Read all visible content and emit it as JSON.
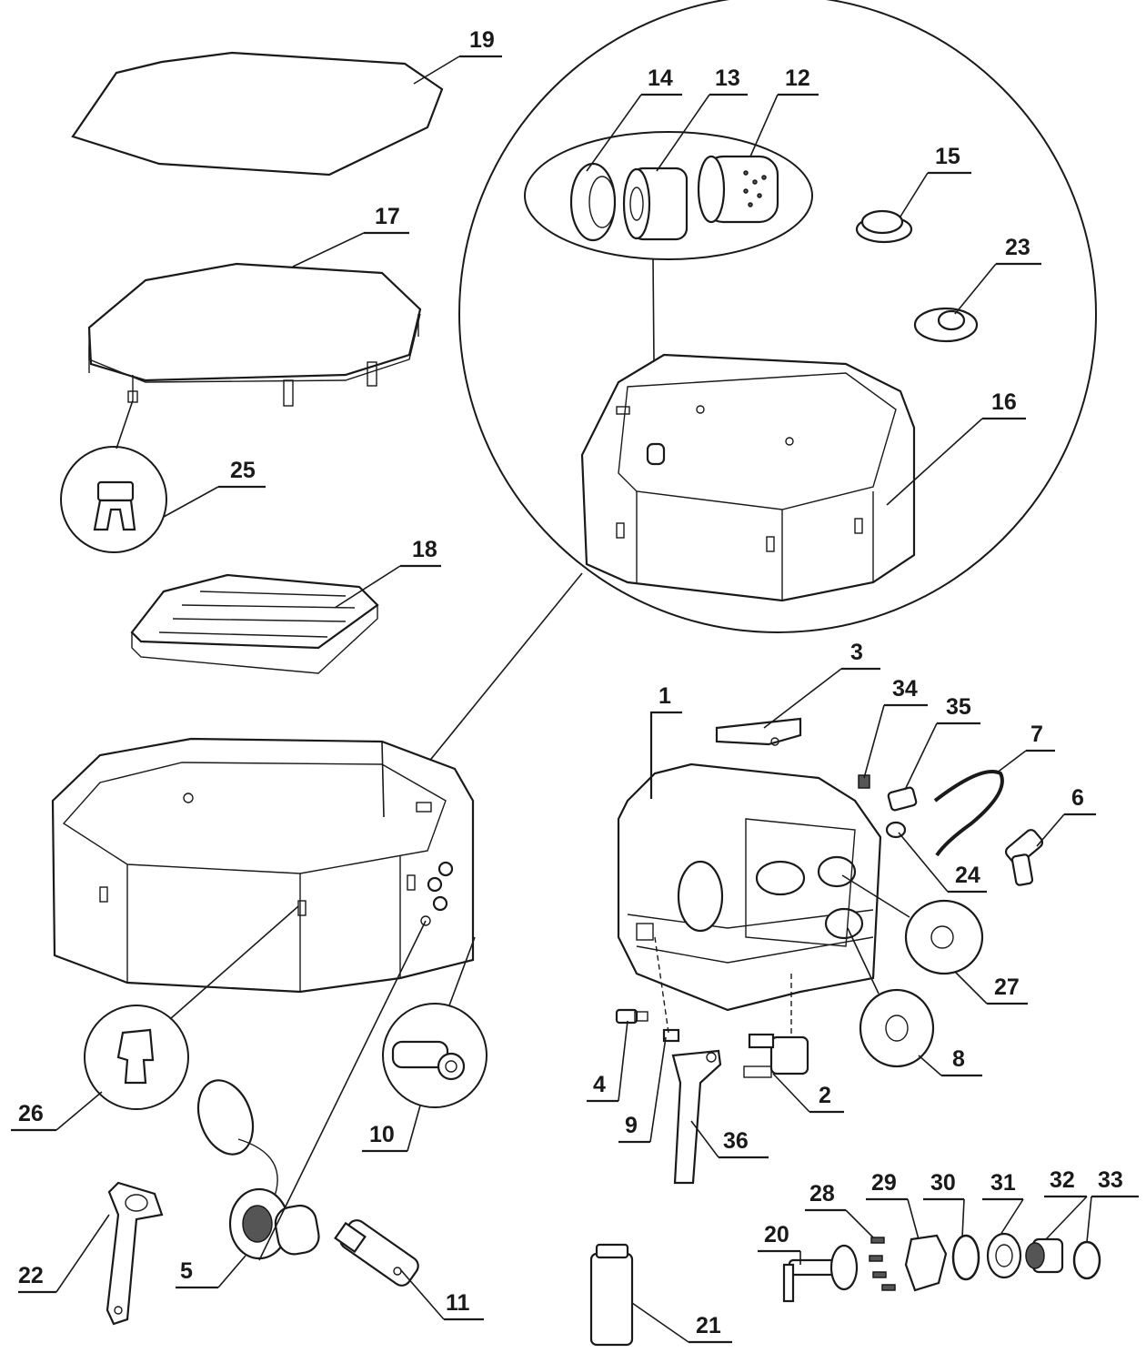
{
  "labels": [
    "19",
    "17",
    "25",
    "18",
    "14",
    "13",
    "12",
    "15",
    "23",
    "16",
    "26",
    "10",
    "22",
    "5",
    "11",
    "3",
    "1",
    "34",
    "35",
    "7",
    "6",
    "24",
    "27",
    "8",
    "4",
    "9",
    "2",
    "36",
    "20",
    "28",
    "29",
    "30",
    "31",
    "32",
    "33",
    "21"
  ]
}
